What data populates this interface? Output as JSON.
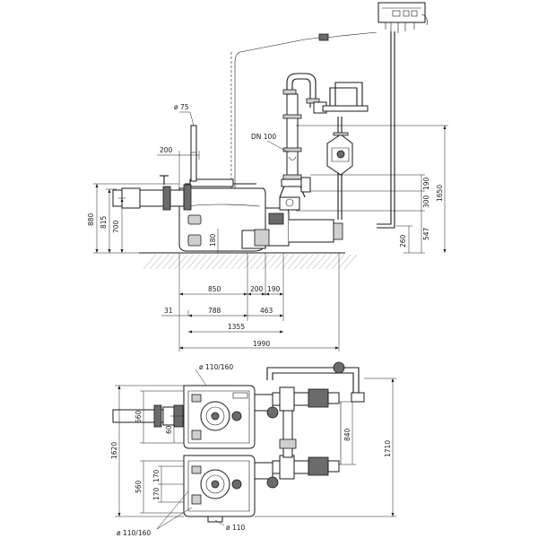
{
  "labels": {
    "dn100": "DN 100",
    "d75": "ø 75",
    "d110_160_top": "ø 110/160",
    "d110_160_bottom": "ø 110/160",
    "d110": "ø 110"
  },
  "dims_side": {
    "h880": "880",
    "h815": "815",
    "h700": "700",
    "w200": "200",
    "h180": "180",
    "h1650": "1650",
    "h190": "190",
    "h300": "300",
    "h547": "547",
    "h260": "260",
    "w850": "850",
    "w200b": "200",
    "w190": "190",
    "w31": "31",
    "w788": "788",
    "w463": "463",
    "w1355": "1355",
    "w1990": "1990"
  },
  "dims_plan": {
    "h1620": "1620",
    "h560a": "560",
    "h60": "60",
    "h560b": "560",
    "h170a": "170",
    "h170b": "170",
    "h840": "840",
    "h1710": "1710"
  }
}
